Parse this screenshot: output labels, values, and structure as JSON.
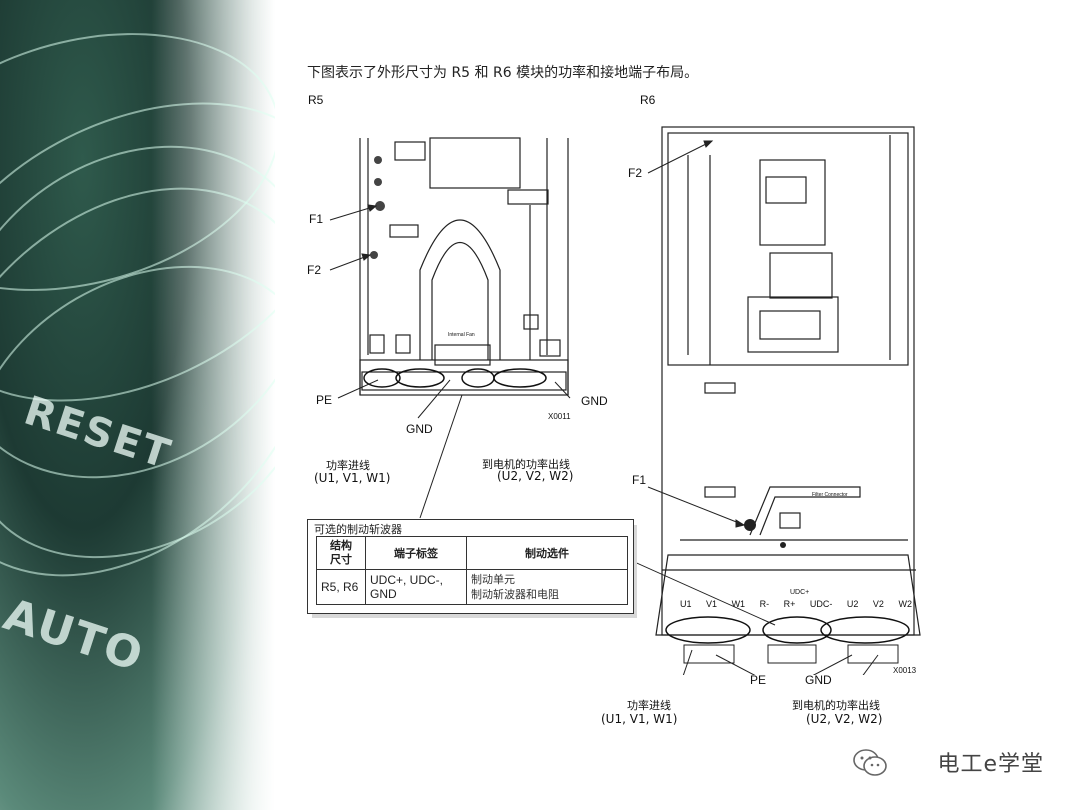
{
  "caption": "下图表示了外形尺寸为 R5 和 R6 模块的功率和接地端子布局。",
  "r5": {
    "title": "R5",
    "labels": {
      "f1": "F1",
      "f2": "F2",
      "pe": "PE",
      "gnd_left": "GND",
      "gnd_right": "GND",
      "code": "X0011"
    },
    "power_in": {
      "title": "功率进线",
      "terms": "(U1, V1, W1)"
    },
    "power_out": {
      "title": "到电机的功率出线",
      "terms": "(U2, V2, W2)"
    },
    "fan_tag": "Internal Fan"
  },
  "r6": {
    "title": "R6",
    "labels": {
      "f1": "F1",
      "f2": "F2",
      "pe": "PE",
      "gnd": "GND",
      "code": "X0013"
    },
    "terminals": [
      "U1",
      "V1",
      "W1",
      "R-",
      "R+",
      "UDC-",
      "U2",
      "V2",
      "W2"
    ],
    "udc_plus": "UDC+",
    "power_in": {
      "title": "功率进线",
      "terms": "(U1, V1, W1)"
    },
    "power_out": {
      "title": "到电机的功率出线",
      "terms": "(U2, V2, W2)"
    },
    "module_tag": "Filter Connector"
  },
  "brake_table": {
    "title": "可选的制动斩波器",
    "headers": [
      "结构尺寸",
      "端子标签",
      "制动选件"
    ],
    "header_size_line1": "结构",
    "header_size_line2": "尺寸",
    "row": {
      "size": "R5, R6",
      "terminals_line1": "UDC+, UDC-,",
      "terminals_line2": "GND",
      "option_line1": "制动单元",
      "option_line2": "制动斩波器和电阻"
    }
  },
  "banner": {
    "word1": "RESET",
    "word2": "AUTO"
  },
  "watermark": "电工e学堂",
  "colors": {
    "banner_dark": "#1d3a33",
    "banner_light": "#b9d6cb",
    "line": "#222222"
  }
}
